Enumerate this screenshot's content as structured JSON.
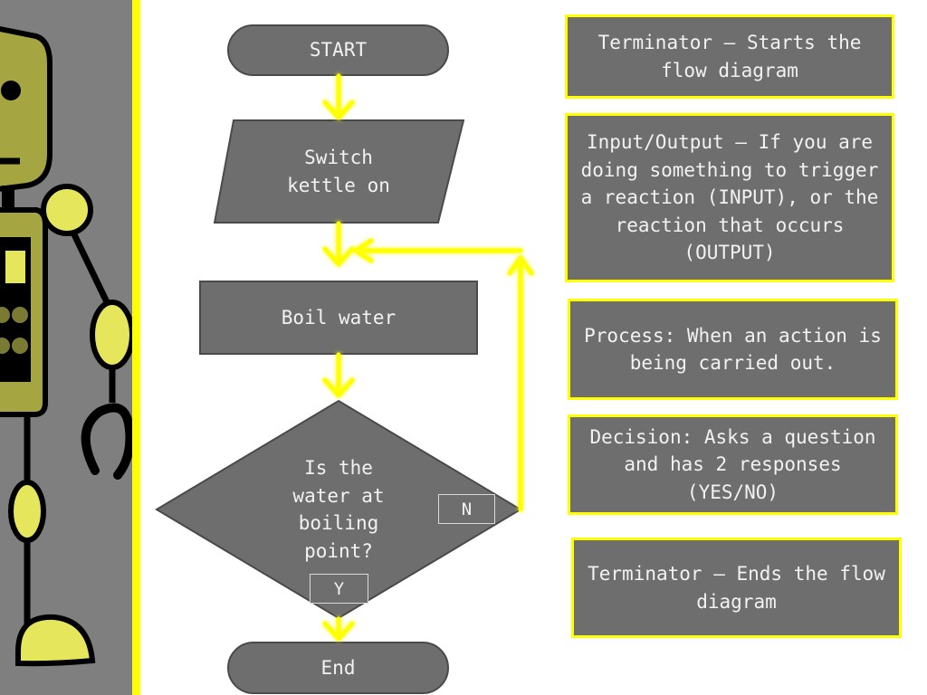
{
  "colors": {
    "shape_fill": "#6e6e6e",
    "shape_stroke": "#4a4a4a",
    "accent": "#ffff00",
    "panel": "#7f7f7f",
    "robot_body": "#a5a542",
    "robot_light": "#e6e65c",
    "text": "#f2f2f2"
  },
  "flowchart": {
    "start": "START",
    "input": "Switch\nkettle  on",
    "process": "Boil water",
    "decision": "Is the\nwater at\nboiling\npoint?",
    "no_label": "N",
    "yes_label": "Y",
    "end": "End"
  },
  "legend": {
    "terminator_start": "Terminator – Starts the flow diagram",
    "input_output": "Input/Output – If you are doing something to trigger a reaction (INPUT), or the reaction that occurs (OUTPUT)",
    "process": "Process: When an action is being carried out.",
    "decision": "Decision: Asks a question and has 2 responses (YES/NO)",
    "terminator_end": "Terminator – Ends the flow diagram"
  },
  "icons": {
    "robot": "robot-illustration",
    "arrows": "arrow-down-icon"
  }
}
